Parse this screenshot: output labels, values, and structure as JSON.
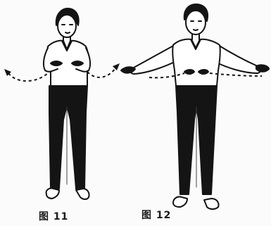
{
  "figures": [
    {
      "id": "figure-11",
      "caption": "图 11"
    },
    {
      "id": "figure-12",
      "caption": "图 12"
    }
  ],
  "colors": {
    "ink": "#141414",
    "paper": "#fbfbfb",
    "shirt": "#ffffff"
  }
}
